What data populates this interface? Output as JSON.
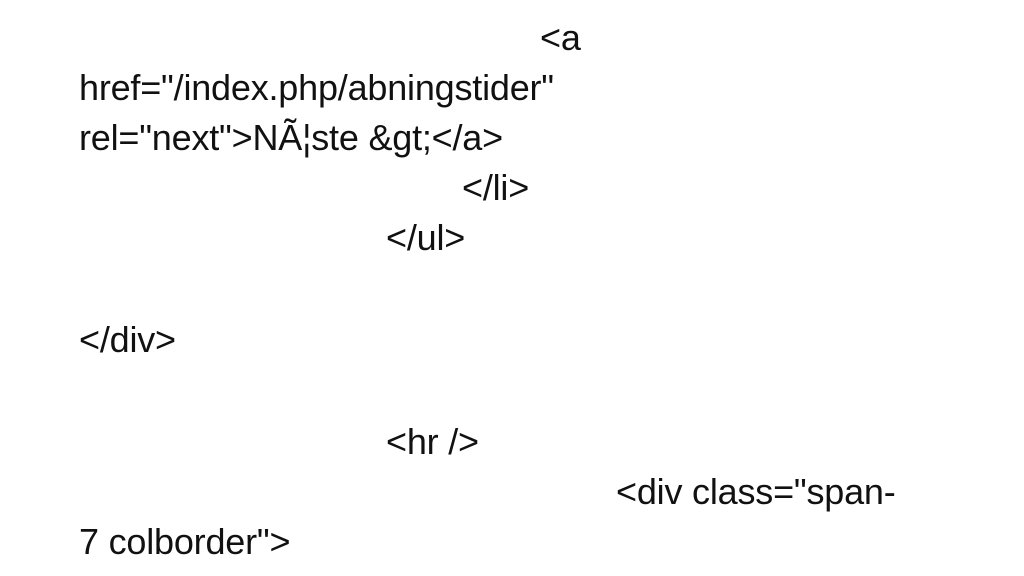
{
  "document": {
    "lines": [
      "<a",
      "href=\"/index.php/abningstider\"",
      "rel=\"next\">NÃ¦ste &gt;</a>",
      "</li>",
      "</ul>",
      "</div>",
      "<hr />",
      "<div class=\"span-",
      "7 colborder\">"
    ]
  }
}
